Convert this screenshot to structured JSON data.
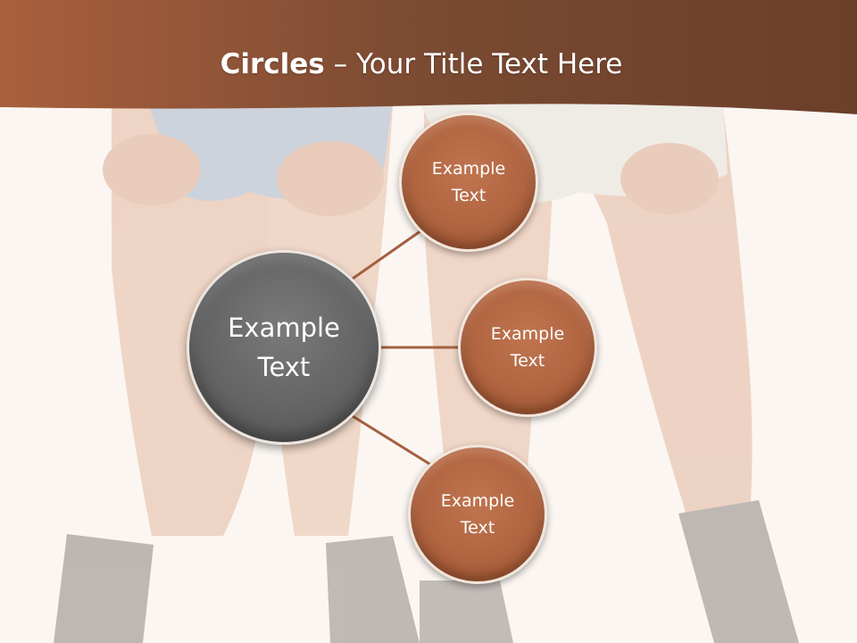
{
  "title": {
    "bold": "Circles",
    "rest": " – Your Title Text Here"
  },
  "diagram": {
    "center": "Example\nText",
    "nodes": [
      "Example\nText",
      "Example\nText",
      "Example\nText"
    ]
  },
  "colors": {
    "banner": "#7a4a32",
    "node_fill": "#b06440",
    "center_fill": "#646464",
    "connector": "#a4603f",
    "background": "#fbf6f2"
  }
}
